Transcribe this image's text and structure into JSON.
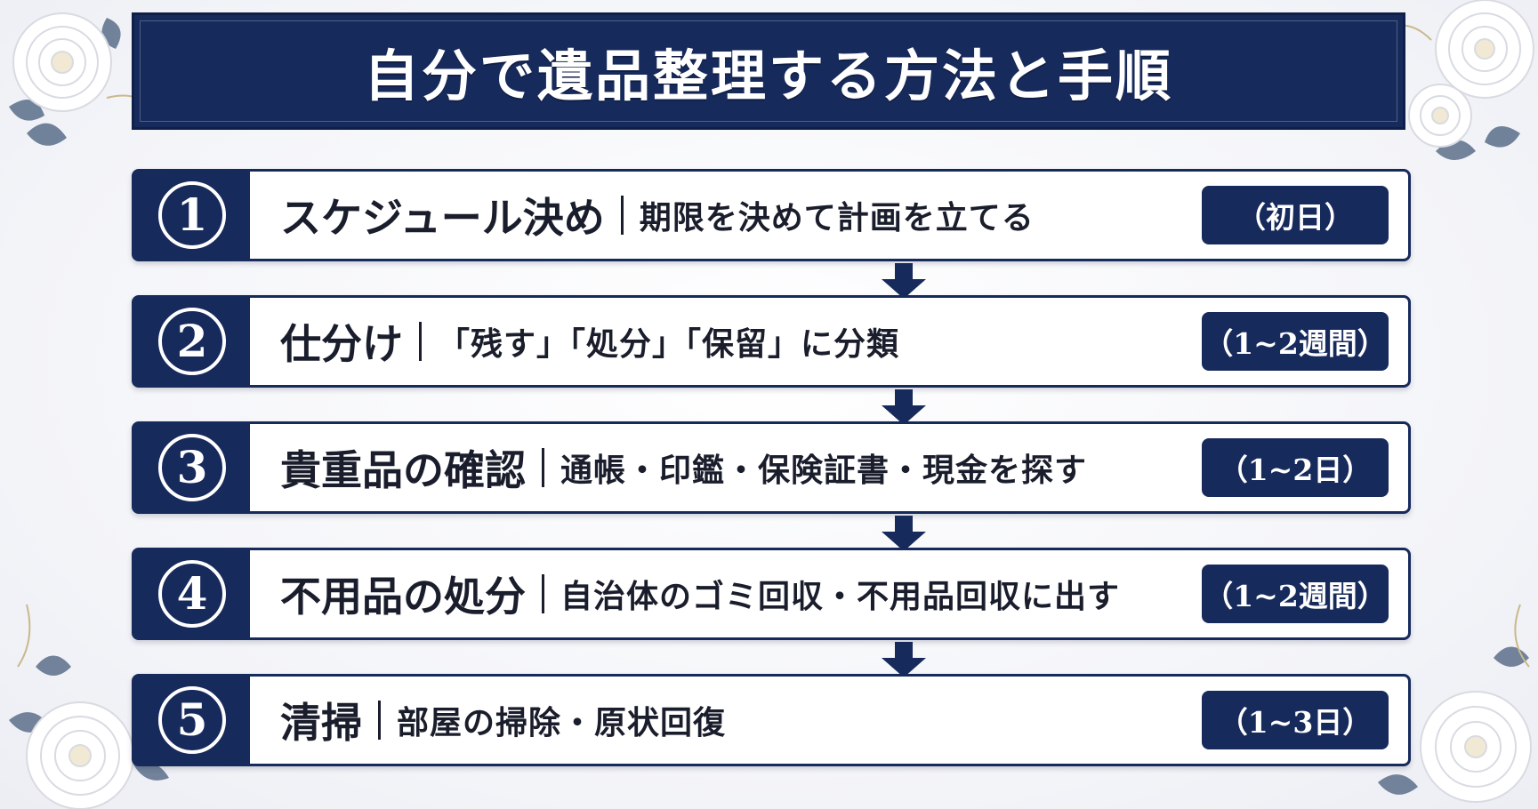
{
  "title": "自分で遺品整理する方法と手順",
  "colors": {
    "navy": "#172a5c",
    "white": "#ffffff",
    "text": "#1a1d2b"
  },
  "steps": [
    {
      "number": "①",
      "main": "スケジュール決め",
      "sub": "期限を決めて計画を立てる",
      "duration": "（初日）"
    },
    {
      "number": "②",
      "main": "仕分け",
      "sub": "「残す」「処分」「保留」に分類",
      "duration": "（1~2週間）"
    },
    {
      "number": "③",
      "main": "貴重品の確認",
      "sub": "通帳・印鑑・保険証書・現金を探す",
      "duration": "（1~2日）"
    },
    {
      "number": "④",
      "main": "不用品の処分",
      "sub": "自治体のゴミ回収・不用品回収に出す",
      "duration": "（1~2週間）"
    },
    {
      "number": "⑤",
      "main": "清掃",
      "sub": "部屋の掃除・原状回復",
      "duration": "（1~3日）"
    }
  ],
  "decorations": [
    "peony-flower-icon",
    "leaf-icon",
    "flourish-icon"
  ]
}
